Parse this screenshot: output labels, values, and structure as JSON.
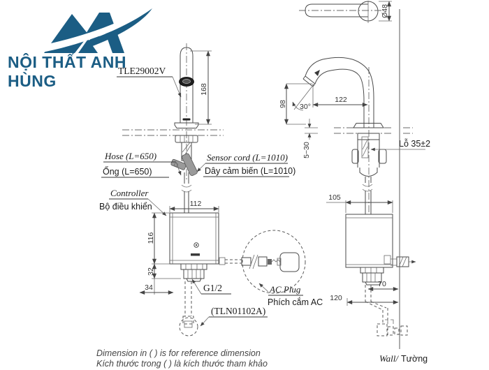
{
  "logo": {
    "brand_text": "NỘI THẤT ANH HÙNG",
    "brand_color": "#1b5d84"
  },
  "callouts": {
    "model": "TLE29002V",
    "hose_en": "Hose (L=650)",
    "hose_vi": "Ống (L=650)",
    "sensor_cord_en": "Sensor cord (L=1010)",
    "sensor_cord_vi": "Dây cảm biến (L=1010)",
    "controller_en": "Controller",
    "controller_vi": "Bộ điều khiển",
    "ac_plug_en": "AC Plug",
    "ac_plug_vi": "Phích cắm AC",
    "thread": "G1/2",
    "stop_valve": "(TLN01102A)",
    "hole": "Lỗ 35±2",
    "wall_en": "Wall/",
    "wall_vi": "Tường"
  },
  "dimensions": {
    "faucet_height": "168",
    "spout_diameter": "Ø48",
    "spout_reach": "122",
    "spout_outlet_height": "98",
    "spray_angle": "30°",
    "deck_thickness": "5~30",
    "controller_width": "112",
    "controller_height": "116",
    "fitting_height": "32",
    "offset_34": "34",
    "controller_depth": "105",
    "wall_offset_70": "70",
    "wall_offset_120": "120"
  },
  "notes": {
    "en": "Dimension in ( ) is for reference dimension",
    "vi": "Kích thước trong ( ) là kích thước tham khảo"
  }
}
